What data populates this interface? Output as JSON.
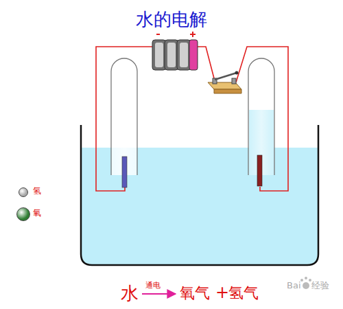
{
  "diagram": {
    "title": "水的电解",
    "labels": [
      "水",
      "通电",
      "氧气",
      "+",
      "氢气",
      "Bai",
      "经验"
    ],
    "legend": [
      {
        "text": "氢",
        "color": "#a8a8a8"
      },
      {
        "text": "氧",
        "color": "#2e7d32"
      }
    ]
  }
}
